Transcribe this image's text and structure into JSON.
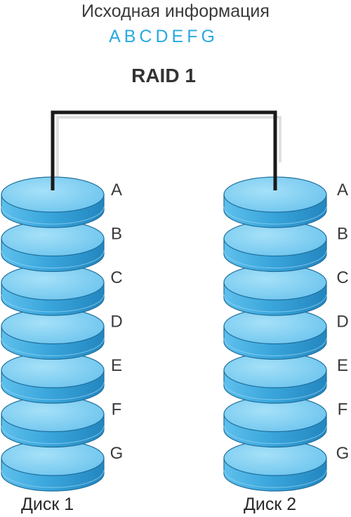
{
  "header": {
    "source_title": "Исходная информация",
    "source_data": "ABCDEFG",
    "raid_level": "RAID 1"
  },
  "disks": [
    {
      "label": "Диск 1",
      "blocks": [
        "A",
        "B",
        "C",
        "D",
        "E",
        "F",
        "G"
      ]
    },
    {
      "label": "Диск 2",
      "blocks": [
        "A",
        "B",
        "C",
        "D",
        "E",
        "F",
        "G"
      ]
    }
  ],
  "colors": {
    "platter_top": "#7fd0f2",
    "platter_side": "#3aa6dc",
    "platter_edge": "#1e6f9c",
    "source_text": "#29a9e0",
    "connector": "#1a1a1a"
  }
}
